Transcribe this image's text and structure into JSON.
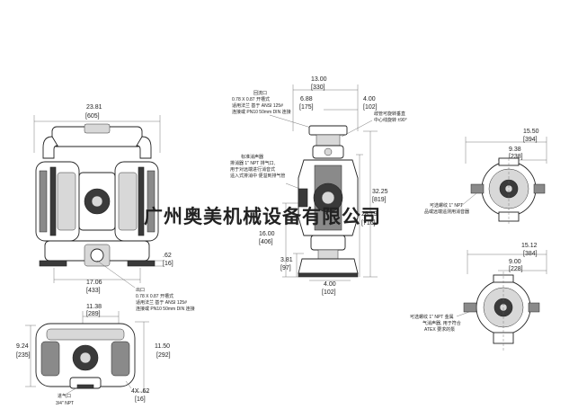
{
  "views": {
    "front": {
      "width_in": "23.81",
      "width_mm": "[605]",
      "base_in": "17.06",
      "base_mm": "[433]",
      "foot_in": ".62",
      "foot_mm": "[16]",
      "outlet_note": [
        "出口",
        "0.78 X 0.87 开槽式",
        "适用法兰 基于 ANSI 125#",
        "连接或 PN10 50mm DIN 连接"
      ]
    },
    "side": {
      "width_in": "13.00",
      "width_mm": "[330]",
      "left_in": "6.88",
      "left_mm": "[175]",
      "right_in": "4.00",
      "right_mm": "[102]",
      "height_in": "32.25",
      "height_mm": "[819]",
      "mid_height_in": "28.19",
      "mid_height_mm": "[716]",
      "inlet_height_in": "16.00",
      "inlet_height_mm": "[406]",
      "low_height_in": "3.81",
      "low_height_mm": "[97]",
      "base_in": "4.00",
      "base_mm": "[102]",
      "inlet_note": [
        "回流口",
        "0.78 X 0.87 开槽式",
        "适用法兰 基于 ANSI 125#",
        "连接或 PN10 50mm DIN 连接"
      ],
      "tube_note": [
        "歧管可旋转垂直",
        "中心线旋转 ±90°"
      ],
      "muffler_note": [
        "标准消声器",
        "排消器 1\" NPT 排气口,",
        "用于对远端进行消音式",
        "遥入式排消中 便溢到排气管"
      ]
    },
    "top_right": {
      "width_in": "15.50",
      "width_mm": "[394]",
      "half_in": "9.38",
      "half_mm": "[238]",
      "note": [
        "可选螺纹 1\" NPT",
        "品或远端遥测用消音器"
      ]
    },
    "bottom_right": {
      "width_in": "15.12",
      "width_mm": "[384]",
      "half_in": "9.00",
      "half_mm": "[228]",
      "note": [
        "可选螺纹 1\" NPT 金属",
        "气消声器, 用于符合",
        "ATEX 要求的泵"
      ]
    },
    "bottom_left": {
      "top_in": "11.38",
      "top_mm": "[289]",
      "height_in": "9.24",
      "height_mm": "[235]",
      "right_height_in": "11.50",
      "right_height_mm": "[292]",
      "holes_in": "4X .62",
      "holes_mm": "[16]",
      "air_inlet": [
        "进气口",
        "3/4\" NPT"
      ]
    }
  },
  "watermark": "广州奥美机械设备有限公司",
  "colors": {
    "watermark": "#e00000",
    "line": "#222222"
  }
}
